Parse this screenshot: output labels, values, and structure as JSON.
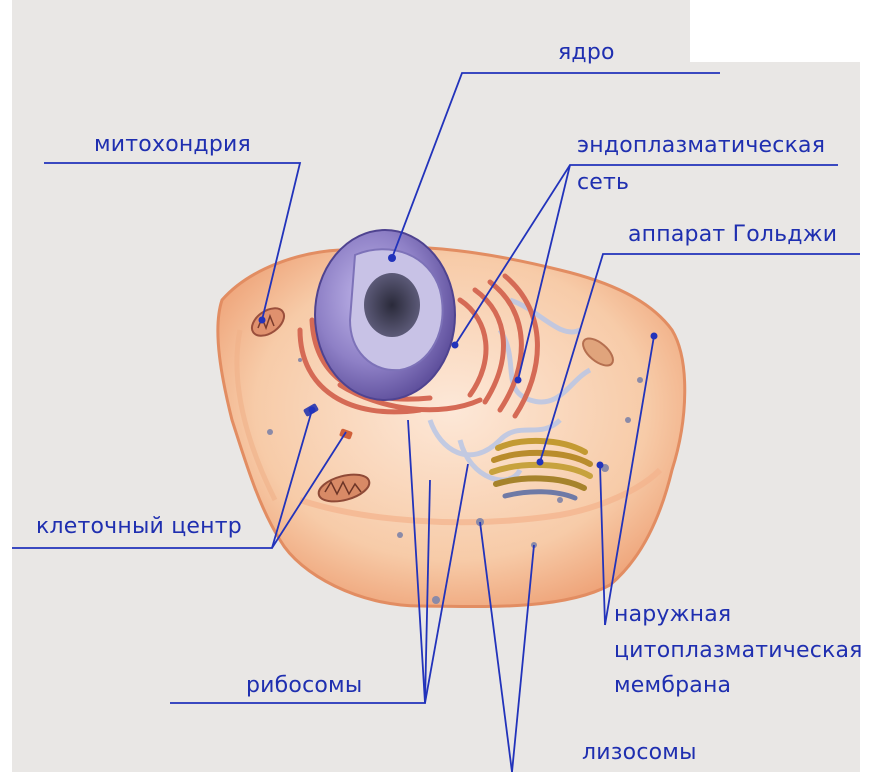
{
  "labels": {
    "nucleus": "ядро",
    "mitochondria": "митохондрия",
    "er_line1": "эндоплазматическая",
    "er_line2": "сеть",
    "golgi": "аппарат Гольджи",
    "centrosome": "клеточный центр",
    "ribosomes": "рибосомы",
    "membrane_line1": "наружная",
    "membrane_line2": "цитоплазматическая",
    "membrane_line3": "мембрана",
    "lysosomes": "лизосомы"
  },
  "colors": {
    "label_text": "#1f2fb0",
    "leader_line": "#2233bb",
    "background": "#e9e7e5",
    "cell_body": "#f6c7a4",
    "nucleus": "#8d80c4",
    "er": "#d86a55",
    "golgi": "#c9a136"
  }
}
